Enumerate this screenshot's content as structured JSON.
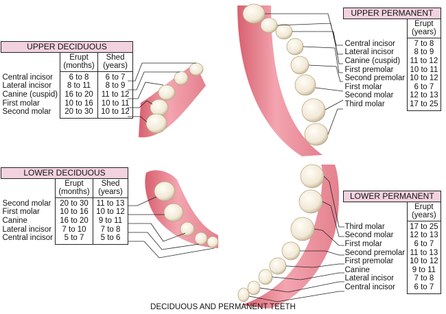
{
  "caption": "DECIDUOUS AND PERMANENT TEETH",
  "upper_deciduous": {
    "title": "UPPER DECIDUOUS",
    "headers": [
      "Erupt\n(months)",
      "Shed\n(years)"
    ],
    "rows": [
      {
        "tooth": "Central incisor",
        "erupt": "6 to 8",
        "shed": "6 to 7"
      },
      {
        "tooth": "Lateral incisor",
        "erupt": "8 to 11",
        "shed": "8 to 9"
      },
      {
        "tooth": "Canine (cuspid)",
        "erupt": "16 to 20",
        "shed": "11 to 12"
      },
      {
        "tooth": "First molar",
        "erupt": "10 to 16",
        "shed": "10 to 11"
      },
      {
        "tooth": "Second molar",
        "erupt": "20 to 30",
        "shed": "10 to 12"
      }
    ]
  },
  "lower_deciduous": {
    "title": "LOWER DECIDUOUS",
    "headers": [
      "Erupt\n(months)",
      "Shed\n(years)"
    ],
    "rows": [
      {
        "tooth": "Second molar",
        "erupt": "20 to 30",
        "shed": "11 to 13"
      },
      {
        "tooth": "First molar",
        "erupt": "10 to 16",
        "shed": "10 to 12"
      },
      {
        "tooth": "Canine",
        "erupt": "16 to 20",
        "shed": "9 to 11"
      },
      {
        "tooth": "Lateral incisor",
        "erupt": "7 to 10",
        "shed": "7 to 8"
      },
      {
        "tooth": "Central incisor",
        "erupt": "5 to 7",
        "shed": "5 to 6"
      }
    ]
  },
  "upper_permanent": {
    "title": "UPPER PERMANENT",
    "headers": [
      "Erupt\n(years)"
    ],
    "rows": [
      {
        "tooth": "Central incisor",
        "erupt": "7 to 8"
      },
      {
        "tooth": "Lateral incisor",
        "erupt": "8 to 9"
      },
      {
        "tooth": "Canine (cuspid)",
        "erupt": "11 to 12"
      },
      {
        "tooth": "First premolar",
        "erupt": "10 to 11"
      },
      {
        "tooth": "Second premolar",
        "erupt": "10 to 12"
      },
      {
        "tooth": "First molar",
        "erupt": "6 to 7"
      },
      {
        "tooth": "Second molar",
        "erupt": "12 to 13"
      },
      {
        "tooth": "Third molar",
        "erupt": "17 to 25"
      }
    ]
  },
  "lower_permanent": {
    "title": "LOWER PERMANENT",
    "headers": [
      "Erupt\n(years)"
    ],
    "rows": [
      {
        "tooth": "Third molar",
        "erupt": "17 to 25"
      },
      {
        "tooth": "Second molar",
        "erupt": "12 to 13"
      },
      {
        "tooth": "First molar",
        "erupt": "6 to 7"
      },
      {
        "tooth": "Second premolar",
        "erupt": "11 to 13"
      },
      {
        "tooth": "First premolar",
        "erupt": "10 to 12"
      },
      {
        "tooth": "Canine",
        "erupt": "9 to 11"
      },
      {
        "tooth": "Lateral incisor",
        "erupt": "7 to 8"
      },
      {
        "tooth": "Central incisor",
        "erupt": "6 to 7"
      }
    ]
  },
  "colors": {
    "title_fill": "#f2d2df",
    "gum": "#e07585",
    "gum_light": "#f3c3cb",
    "tooth": "#f7f1e4",
    "tooth_shade": "#cdbfa6",
    "line": "#222222"
  }
}
